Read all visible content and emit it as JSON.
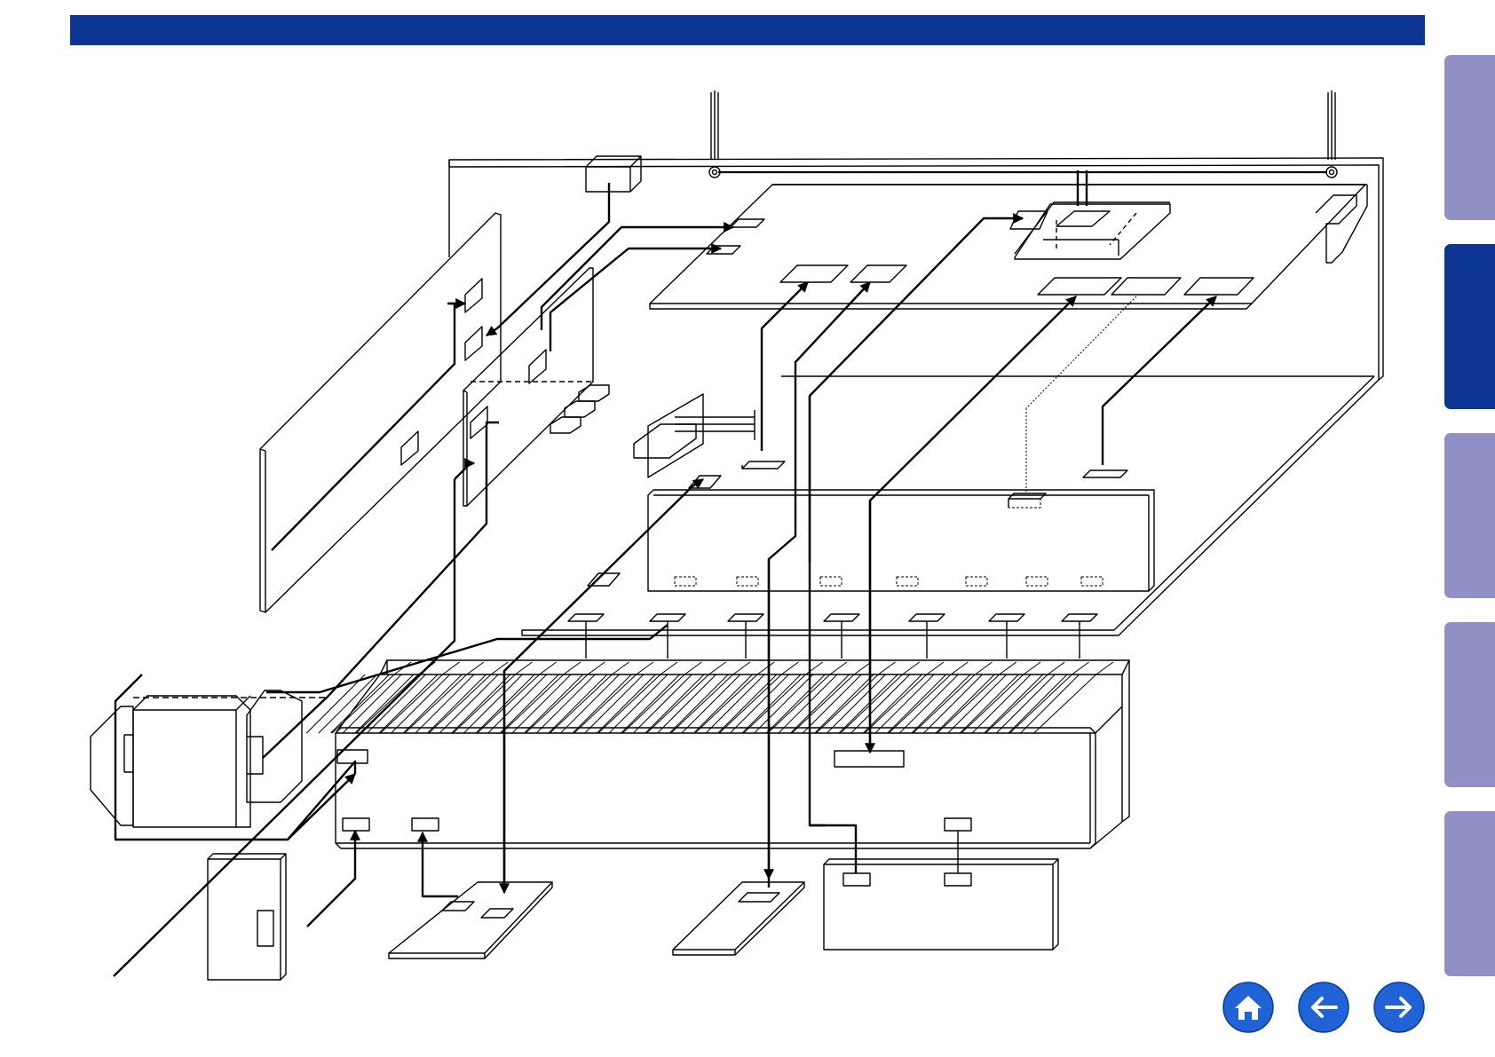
{
  "header": {
    "color": "#0d3593"
  },
  "side_tabs": [
    {
      "color": "#9090c4",
      "active": false
    },
    {
      "color": "#0d3593",
      "active": true
    },
    {
      "color": "#9090c4",
      "active": false
    },
    {
      "color": "#9090c4",
      "active": false
    },
    {
      "color": "#9090c4",
      "active": false
    }
  ],
  "nav": {
    "color": "#1f63d6",
    "buttons": [
      {
        "icon": "home-icon"
      },
      {
        "icon": "arrow-left-icon"
      },
      {
        "icon": "arrow-right-icon"
      }
    ]
  },
  "diagram": {
    "stroke_color": "#000000",
    "antennas": 2,
    "heatsink_fins": 30,
    "front_board_connectors": 7,
    "bottom_boards": 4
  }
}
